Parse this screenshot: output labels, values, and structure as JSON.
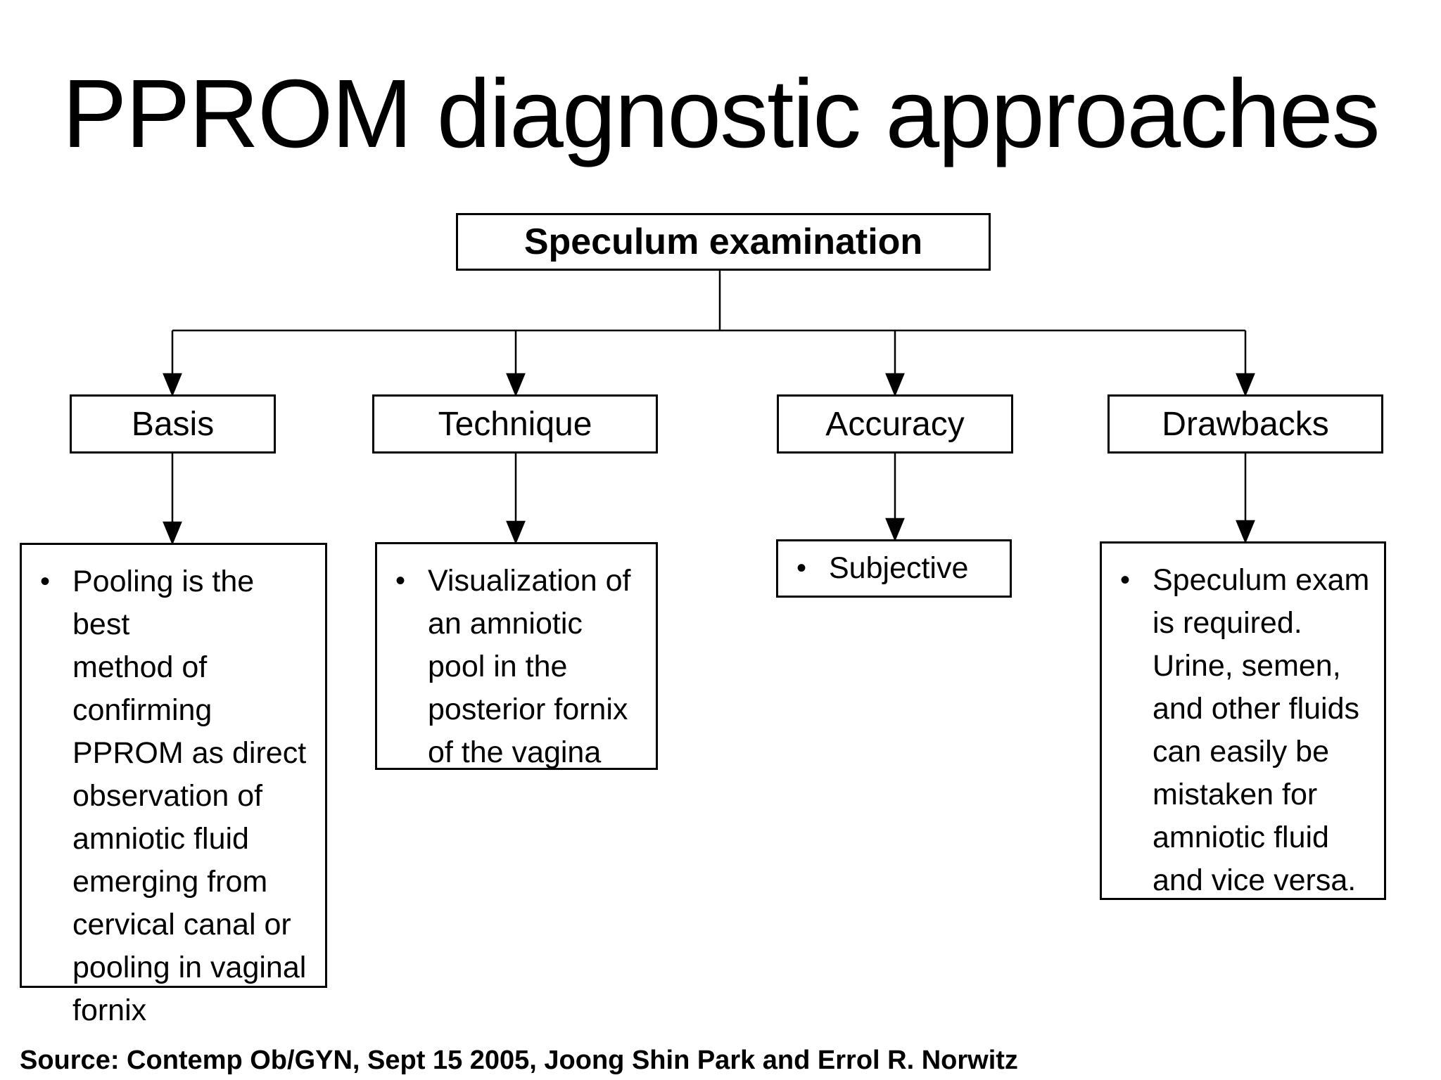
{
  "slide": {
    "title": "PPROM diagnostic approaches",
    "source": "Source: Contemp Ob/GYN, Sept 15 2005, Joong Shin Park and Errol R. Norwitz",
    "bullet_char": "•",
    "colors": {
      "background": "#ffffff",
      "text": "#000000",
      "line": "#000000"
    }
  },
  "diagram": {
    "root": {
      "label": "Speculum examination"
    },
    "branches": [
      {
        "label": "Basis",
        "detail": "Pooling is the best\nmethod of\nconfirming\nPPROM as direct\nobservation of\namniotic fluid\nemerging from\ncervical canal or\npooling in vaginal\nfornix"
      },
      {
        "label": "Technique",
        "detail": "Visualization of\nan amniotic\npool in the\nposterior fornix\nof the vagina"
      },
      {
        "label": "Accuracy",
        "detail": "Subjective"
      },
      {
        "label": "Drawbacks",
        "detail": "Speculum exam\nis required.\nUrine, semen,\nand other fluids\ncan easily be\nmistaken for\namniotic fluid\nand vice versa."
      }
    ]
  }
}
